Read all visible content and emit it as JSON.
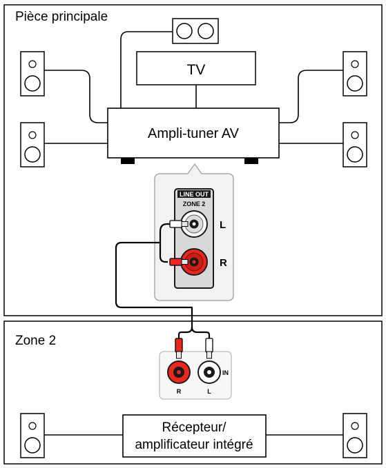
{
  "rooms": {
    "main_label": "Pièce principale",
    "zone2_label": "Zone 2"
  },
  "devices": {
    "tv_label": "TV",
    "av_receiver_label": "Ampli-tuner AV",
    "integrated_amp_line1": "Récepteur/",
    "integrated_amp_line2": "amplificateur intégré"
  },
  "panel_out": {
    "line_out": "LINE OUT",
    "zone": "ZONE 2",
    "left": "L",
    "right": "R"
  },
  "panel_in": {
    "in_label": "IN",
    "right": "R",
    "left": "L"
  },
  "colors": {
    "red_connector": "#e8281e",
    "panel_bg": "#f2f2f2",
    "panel_border": "#aaaaaa",
    "jack_dark": "#1a1a1a"
  }
}
